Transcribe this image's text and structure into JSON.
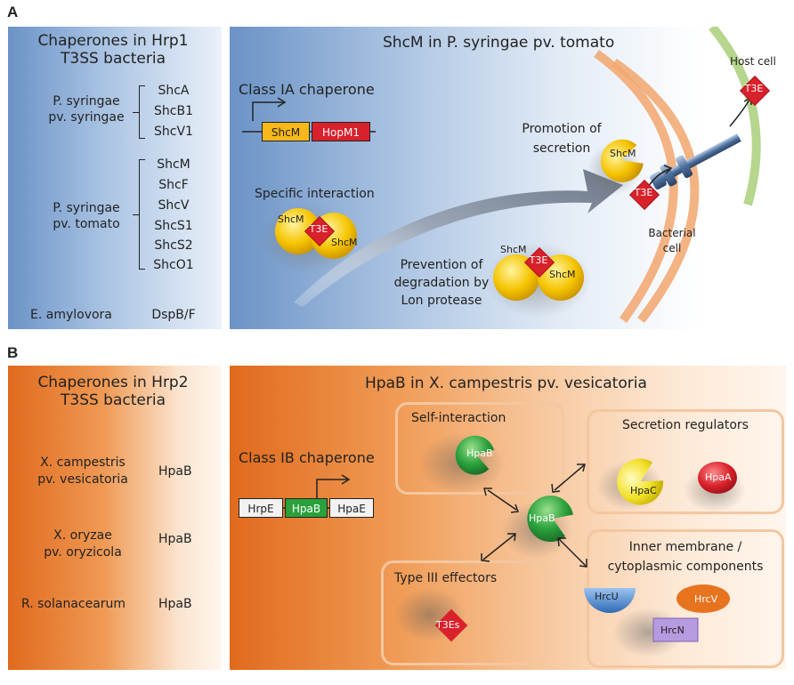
{
  "panelA": {
    "label": "A",
    "left_title": "Chaperones in Hrp1 T3SS bacteria",
    "groups": [
      {
        "species_line1": "P. syringae",
        "species_line2": "pv. syringae",
        "chaperones": [
          "ShcA",
          "ShcB1",
          "ShcV1"
        ]
      },
      {
        "species_line1": "P. syringae",
        "species_line2": "pv. tomato",
        "chaperones": [
          "ShcM",
          "ShcF",
          "ShcV",
          "ShcS1",
          "ShcS2",
          "ShcO1"
        ]
      },
      {
        "species_line1": "E. amylovora",
        "species_line2": "",
        "chaperones": [
          "DspB/F"
        ]
      }
    ],
    "right_title": "ShcM in P. syringae pv. tomato",
    "class_label": "Class IA chaperone",
    "genes": [
      "ShcM",
      "HopM1"
    ],
    "specific_interaction": "Specific interaction",
    "promotion": "Promotion of secretion",
    "prevention": "Prevention of degradation by Lon protease",
    "bacterial_cell": "Bacterial cell",
    "host_cell": "Host cell",
    "chap": "ShcM",
    "effector": "T3E"
  },
  "panelB": {
    "label": "B",
    "left_title": "Chaperones in Hrp2 T3SS bacteria",
    "rows": [
      {
        "species_line1": "X. campestris",
        "species_line2": "pv. vesicatoria",
        "chaperone": "HpaB"
      },
      {
        "species_line1": "X. oryzae",
        "species_line2": "pv. oryzicola",
        "chaperone": "HpaB"
      },
      {
        "species_line1": "R. solanacearum",
        "species_line2": "",
        "chaperone": "HpaB"
      }
    ],
    "right_title": "HpaB in X. campestris pv. vesicatoria",
    "class_label": "Class IB chaperone",
    "genes": [
      "HrpE",
      "HpaB",
      "HpaE"
    ],
    "self_interaction": "Self-interaction",
    "secretion_regulators": "Secretion regulators",
    "inner_membrane": "Inner membrane / cytoplasmic components",
    "type3": "Type III effectors",
    "hpab": "HpaB",
    "hpac": "HpaC",
    "hpaa": "HpaA",
    "hrcu": "HrcU",
    "hrcv": "HrcV",
    "hrcn": "HrcN",
    "t3es": "T3Es"
  },
  "colors": {
    "blue_accent": "#6b93c6",
    "orange_accent": "#e06a1d",
    "effector_red": "#d9212b",
    "chaperone_yellow": "#f5c400",
    "hpab_green": "#2aa13b"
  }
}
